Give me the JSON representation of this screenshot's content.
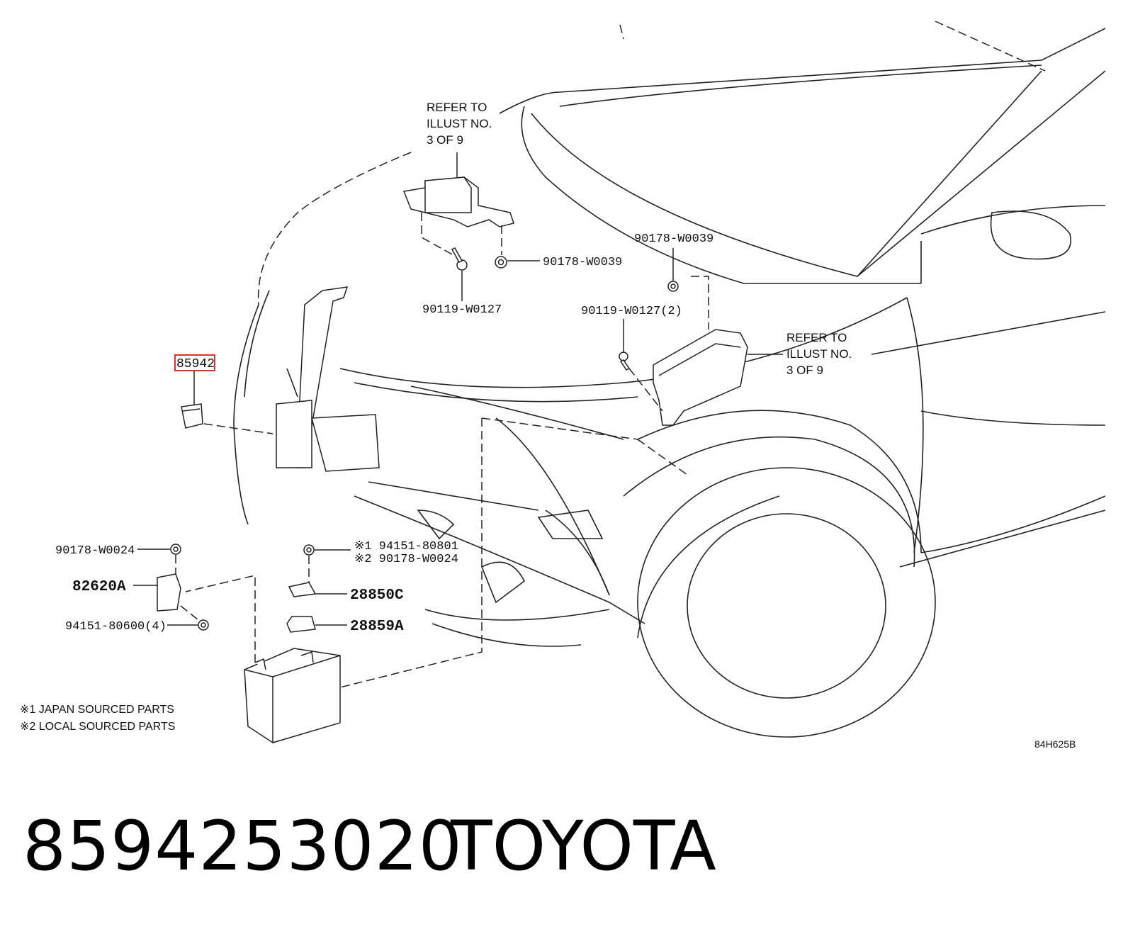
{
  "diagram": {
    "callouts": {
      "refer_top": [
        "REFER TO",
        "ILLUST NO.",
        "3 OF 9"
      ],
      "refer_right": [
        "REFER TO",
        "ILLUST NO.",
        "3 OF 9"
      ],
      "p_90178_W0039_a": "90178-W0039",
      "p_90119_W0127": "90119-W0127",
      "p_90178_W0039_b": "90178-W0039",
      "p_90119_W0127_2": "90119-W0127(2)",
      "p_85942": "85942",
      "p_90178_W0024": "90178-W0024",
      "p_82620A": "82620A",
      "p_94151_80600_4": "94151-80600(4)",
      "p_n1": "※1  94151-80801",
      "p_n2": "※2  90178-W0024",
      "p_28850C": "28850C",
      "p_28859A": "28859A"
    },
    "notes": [
      "※1 JAPAN SOURCED PARTS",
      "※2 LOCAL SOURCED PARTS"
    ],
    "illustration_code": "84H625B",
    "highlight_color": "#e0322d"
  },
  "footer": {
    "part_number": "8594253020",
    "brand": "TOYOTA"
  }
}
